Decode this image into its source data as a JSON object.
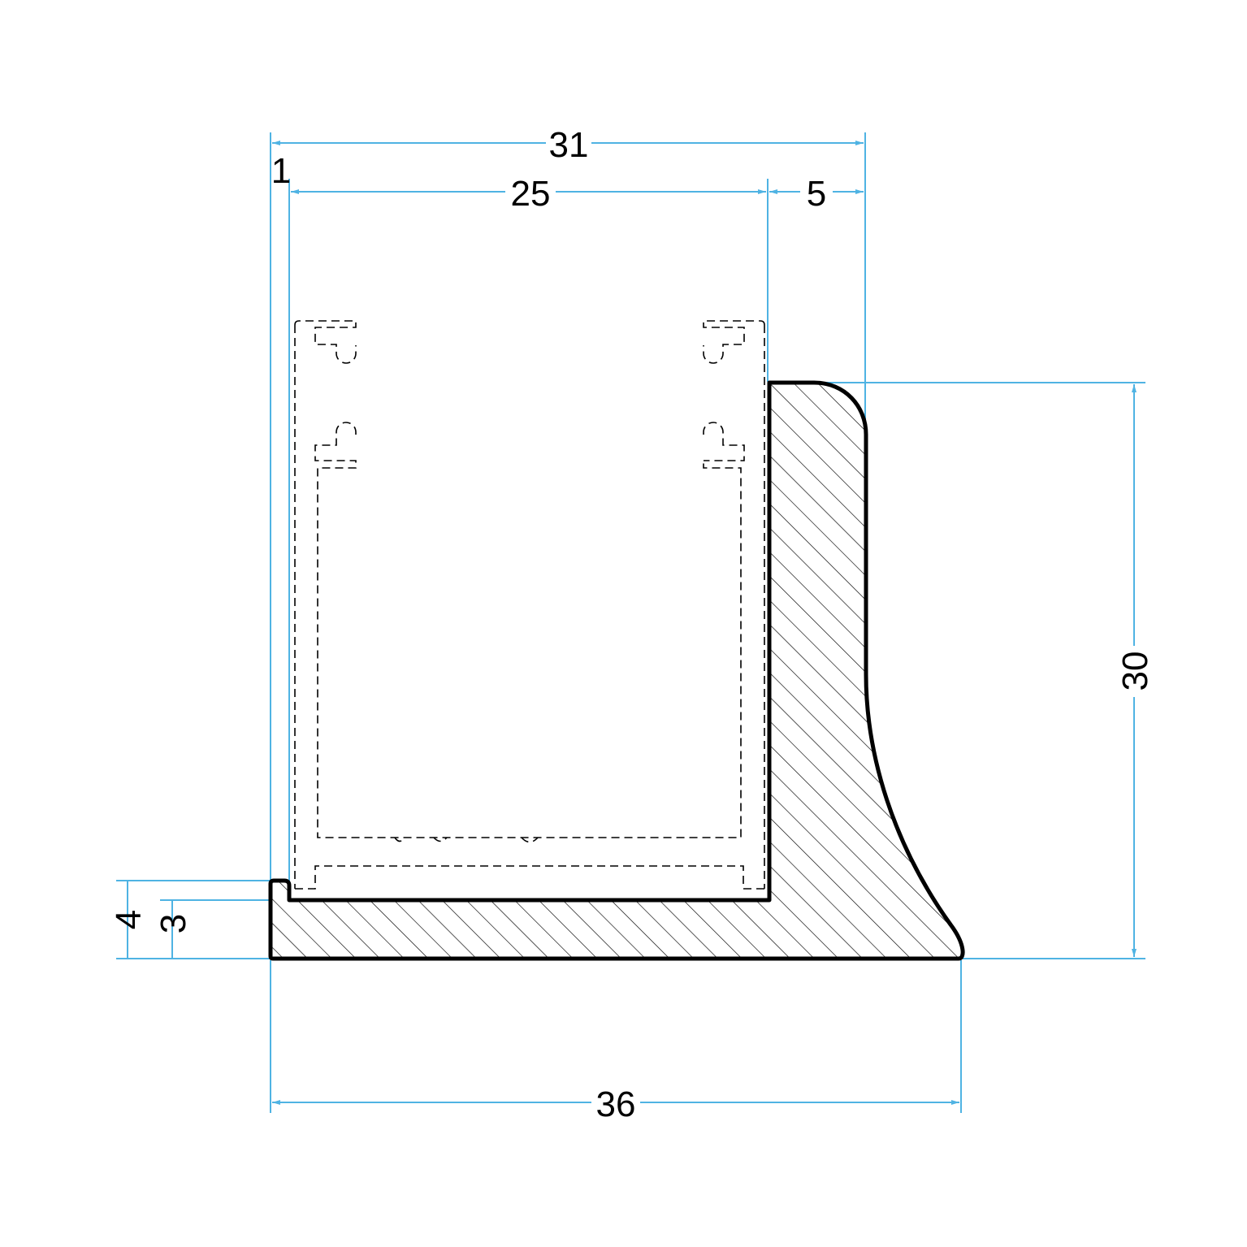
{
  "colors": {
    "dimension": "#4fb3e3",
    "outline": "#000000",
    "hatch": "#000000",
    "background": "#ffffff"
  },
  "dimensions": {
    "overall_top_width": "31",
    "left_lip": "1",
    "channel_width": "25",
    "right_wall": "5",
    "height": "30",
    "base_width": "36",
    "lip_height": "4",
    "base_thickness": "3"
  }
}
